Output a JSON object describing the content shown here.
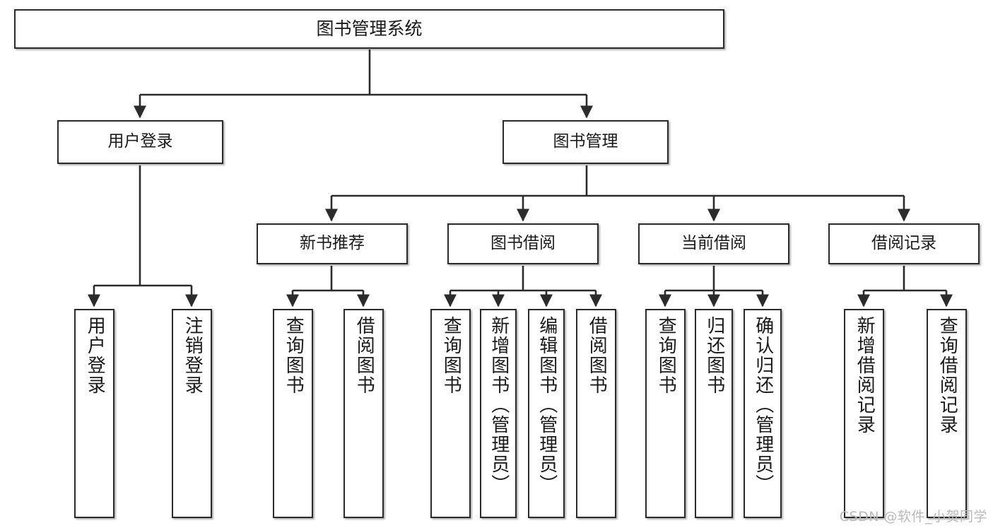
{
  "diagram": {
    "title": "图书管理系统",
    "type": "tree",
    "orientation": "top-down",
    "colors": {
      "box_fill": "#ffffff",
      "box_border": "#2b2b2b",
      "connector": "#2b2b2b",
      "text": "#1a1a1a",
      "watermark": "#b9b9b9",
      "background": "#ffffff"
    },
    "root": {
      "id": "root",
      "label": "图书管理系统"
    },
    "level2": [
      {
        "id": "user-login",
        "label": "用户登录"
      },
      {
        "id": "book-manage",
        "label": "图书管理"
      }
    ],
    "level3": [
      {
        "id": "new-book-rec",
        "label": "新书推荐"
      },
      {
        "id": "book-borrow",
        "label": "图书借阅"
      },
      {
        "id": "current-borrow",
        "label": "当前借阅"
      },
      {
        "id": "borrow-record",
        "label": "借阅记录"
      }
    ],
    "leaves": [
      {
        "id": "leaf-user-login",
        "label": "用户登录",
        "parent": "user-login"
      },
      {
        "id": "leaf-user-logout",
        "label": "注销登录",
        "parent": "user-login"
      },
      {
        "id": "leaf-rec-query",
        "label": "查询图书",
        "parent": "new-book-rec"
      },
      {
        "id": "leaf-rec-borrow",
        "label": "借阅图书",
        "parent": "new-book-rec"
      },
      {
        "id": "leaf-borrow-query",
        "label": "查询图书",
        "parent": "book-borrow"
      },
      {
        "id": "leaf-borrow-add",
        "label": "新增图书（管理员）",
        "parent": "book-borrow"
      },
      {
        "id": "leaf-borrow-edit",
        "label": "编辑图书（管理员）",
        "parent": "book-borrow"
      },
      {
        "id": "leaf-borrow-lend",
        "label": "借阅图书",
        "parent": "book-borrow"
      },
      {
        "id": "leaf-cur-query",
        "label": "查询图书",
        "parent": "current-borrow"
      },
      {
        "id": "leaf-cur-return",
        "label": "归还图书",
        "parent": "current-borrow"
      },
      {
        "id": "leaf-cur-confirm",
        "label": "确认归还（管理员）",
        "parent": "current-borrow"
      },
      {
        "id": "leaf-rec-add",
        "label": "新增借阅记录",
        "parent": "borrow-record"
      },
      {
        "id": "leaf-rec-search",
        "label": "查询借阅记录",
        "parent": "borrow-record"
      }
    ],
    "watermark": "CSDN @软件_小贺同学"
  }
}
